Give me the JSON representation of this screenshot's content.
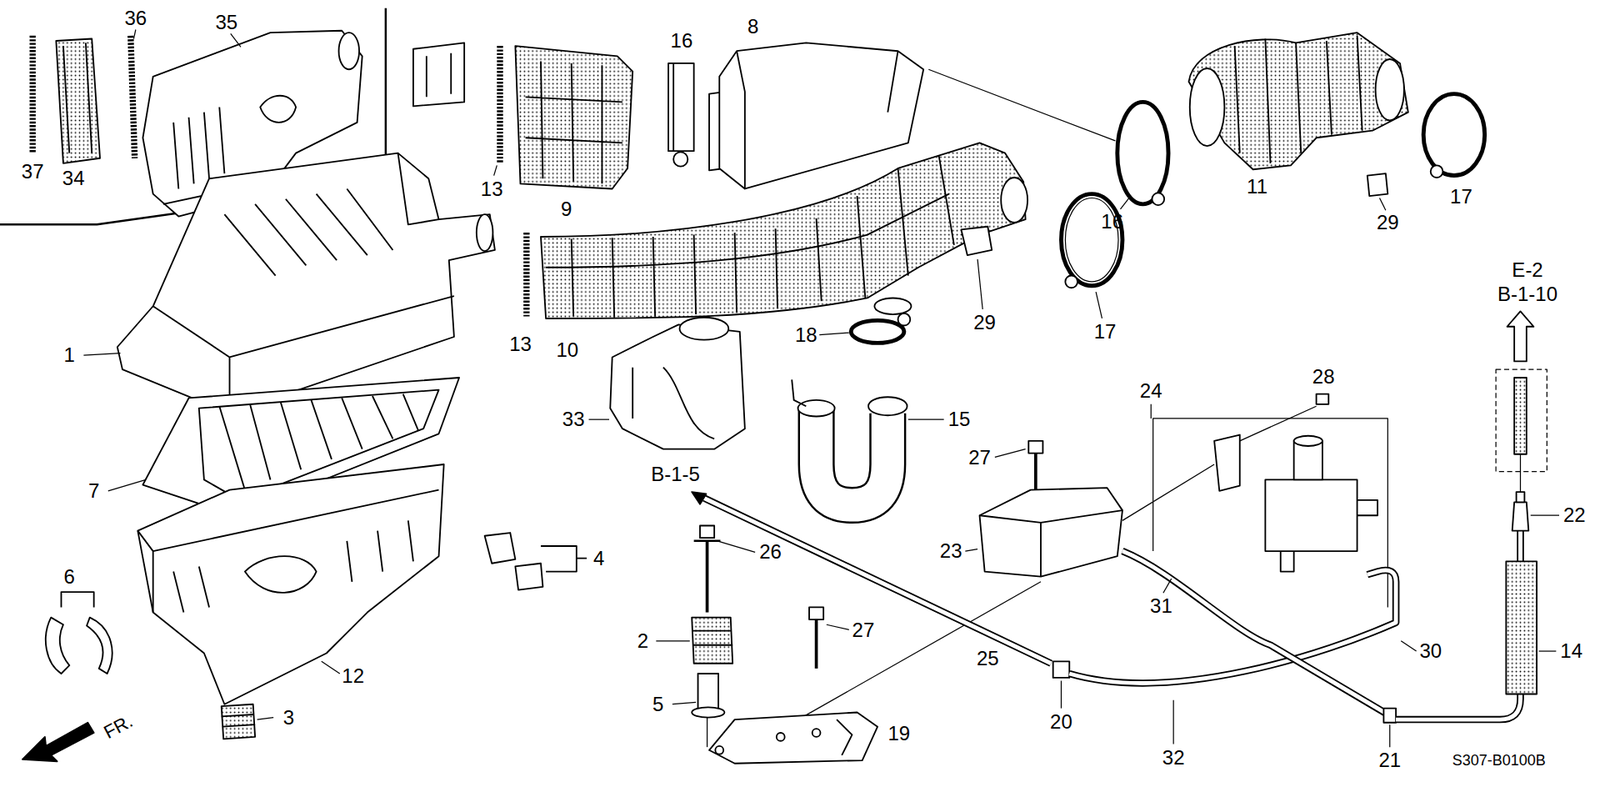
{
  "diagram": {
    "labels": [
      "36",
      "35",
      "37",
      "34",
      "8",
      "16",
      "13",
      "9",
      "11",
      "E-2",
      "B-1-10",
      "16",
      "29",
      "17",
      "1",
      "13",
      "10",
      "29",
      "17",
      "18",
      "24",
      "28",
      "33",
      "15",
      "27",
      "7",
      "B-1-5",
      "22",
      "4",
      "26",
      "23",
      "6",
      "31",
      "30",
      "14",
      "2",
      "27",
      "25",
      "20",
      "12",
      "5",
      "19",
      "3",
      "32",
      "21",
      "FR.",
      "S307-B0100B"
    ]
  }
}
